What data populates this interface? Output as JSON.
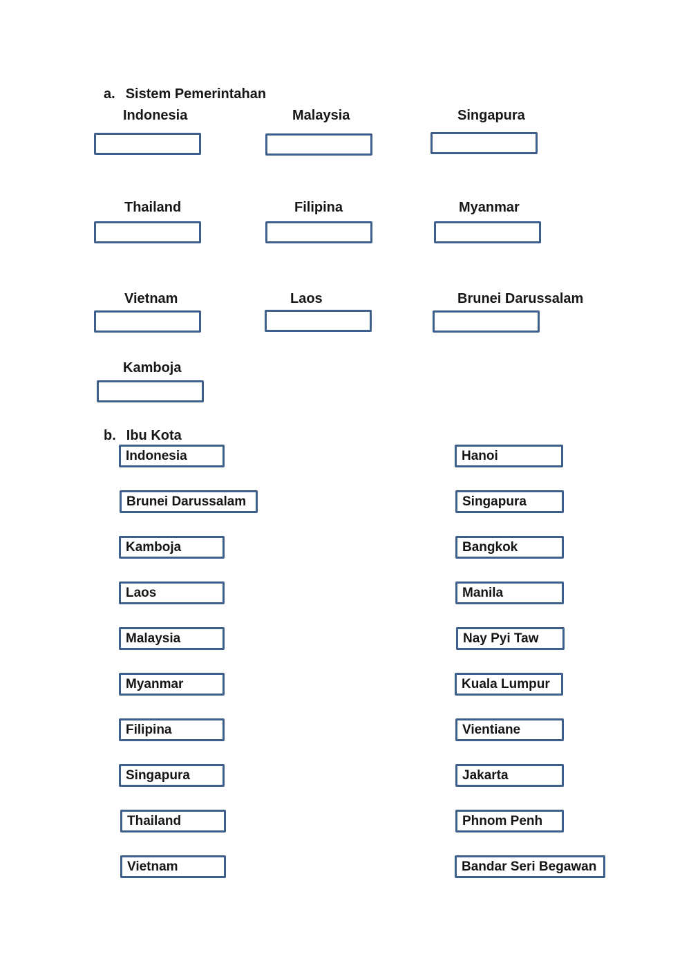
{
  "colors": {
    "box_border": "#3E5F8C",
    "text": "#141414",
    "page_background": "#ffffff"
  },
  "sections": {
    "a": {
      "index_label": "a.",
      "title": "Sistem Pemerintahan",
      "items": [
        {
          "label": "Indonesia",
          "answer": ""
        },
        {
          "label": "Malaysia",
          "answer": ""
        },
        {
          "label": "Singapura",
          "answer": ""
        },
        {
          "label": "Thailand",
          "answer": ""
        },
        {
          "label": "Filipina",
          "answer": ""
        },
        {
          "label": "Myanmar",
          "answer": ""
        },
        {
          "label": "Vietnam",
          "answer": ""
        },
        {
          "label": "Laos",
          "answer": ""
        },
        {
          "label": "Brunei Darussalam",
          "answer": ""
        },
        {
          "label": "Kamboja",
          "answer": ""
        }
      ]
    },
    "b": {
      "index_label": "b.",
      "title": "Ibu Kota",
      "left_items": [
        "Indonesia",
        "Brunei Darussalam",
        "Kamboja",
        "Laos",
        "Malaysia",
        "Myanmar",
        "Filipina",
        "Singapura",
        "Thailand",
        "Vietnam"
      ],
      "right_items": [
        "Hanoi",
        "Singapura",
        "Bangkok",
        "Manila",
        "Nay Pyi Taw",
        "Kuala Lumpur",
        "Vientiane",
        "Jakarta",
        "Phnom Penh",
        "Bandar Seri Begawan"
      ]
    }
  }
}
